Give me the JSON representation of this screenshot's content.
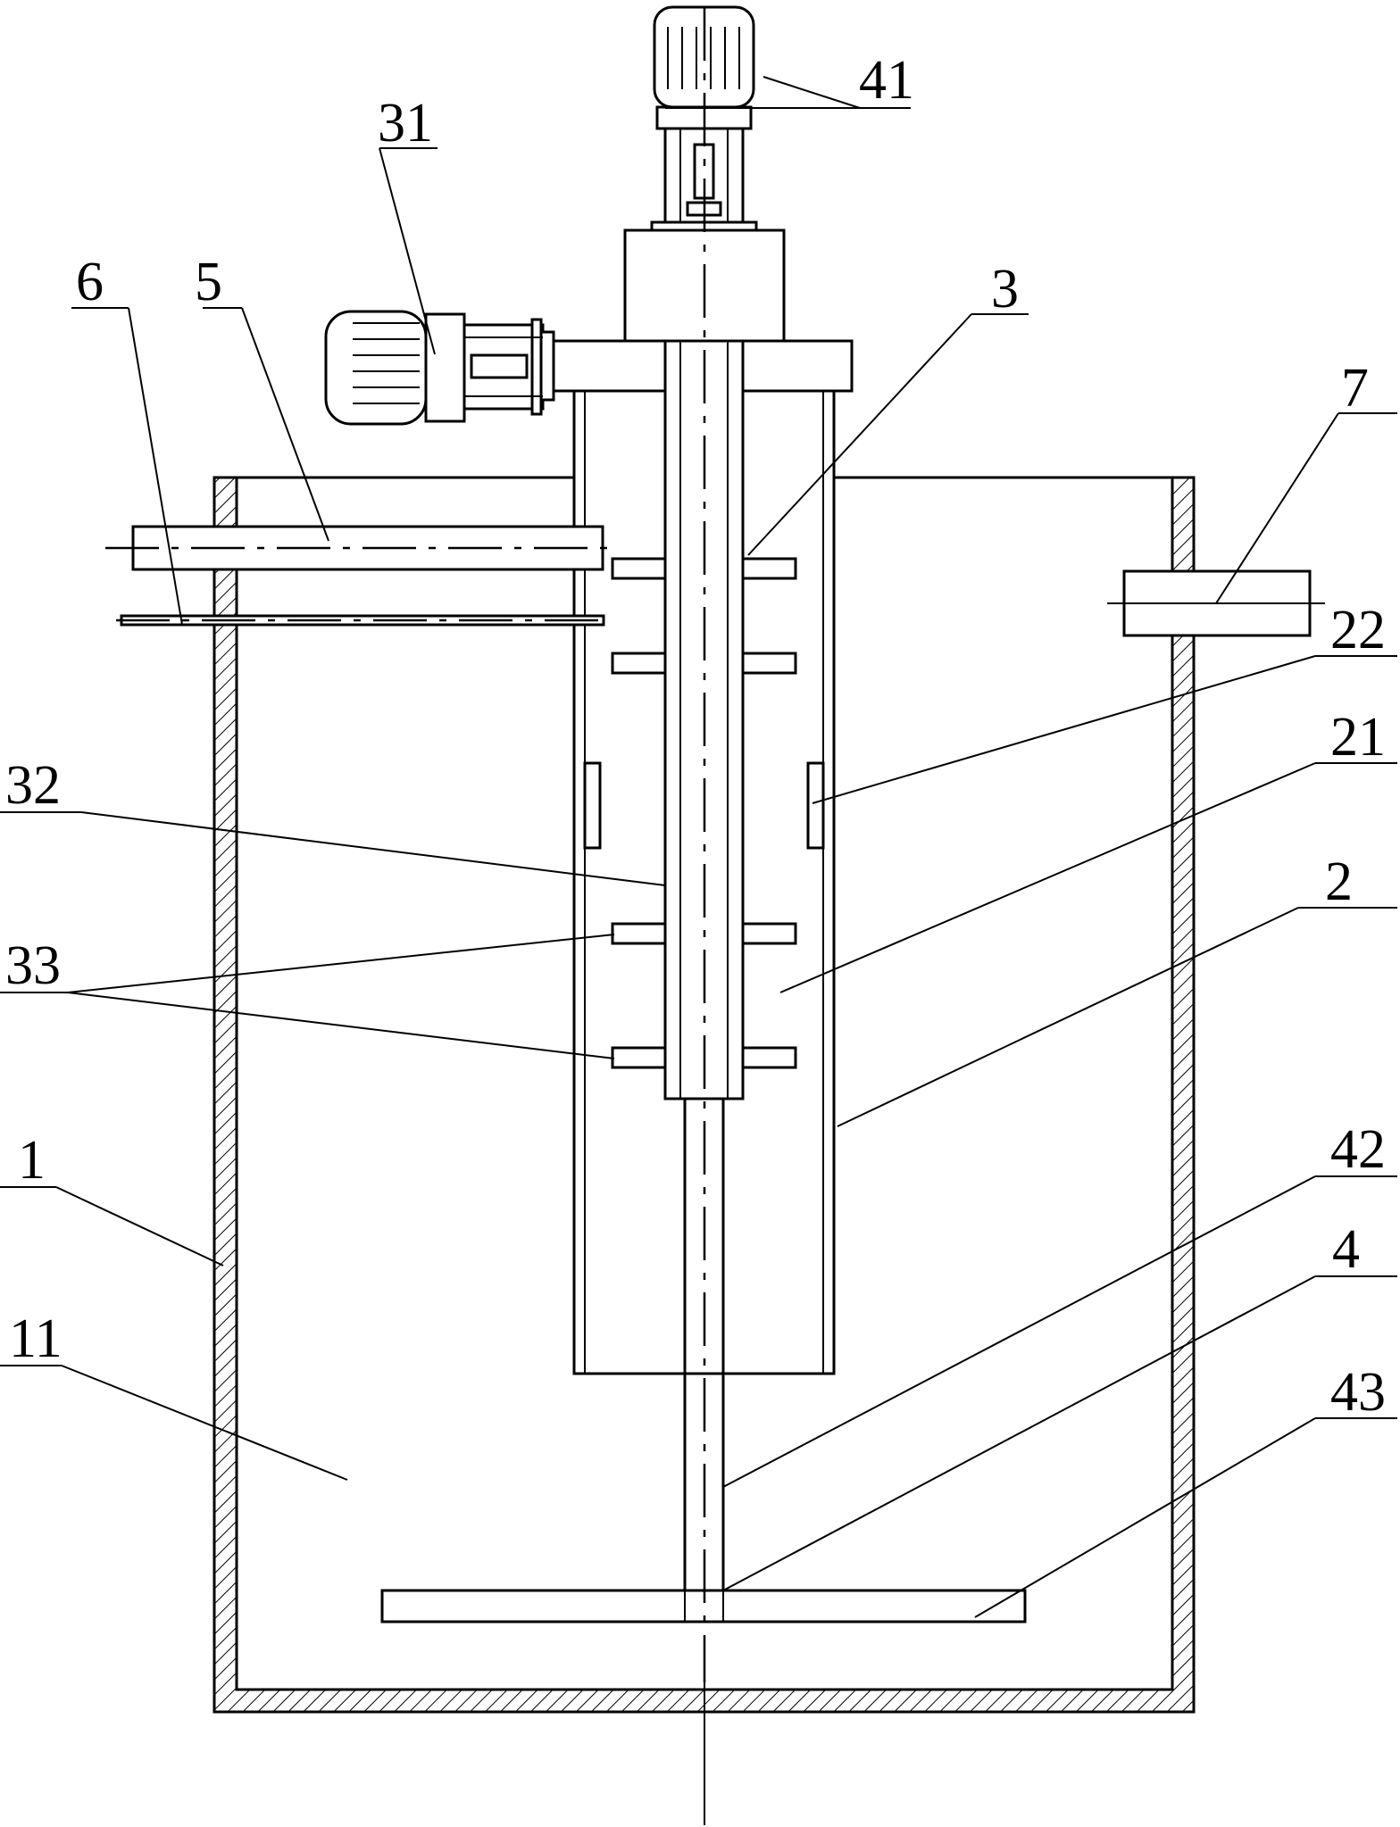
{
  "labels": {
    "l1": "1",
    "l11": "11",
    "l2": "2",
    "l21": "21",
    "l22": "22",
    "l3": "3",
    "l31": "31",
    "l32": "32",
    "l33": "33",
    "l4": "4",
    "l41": "41",
    "l42": "42",
    "l43": "43",
    "l5": "5",
    "l6": "6",
    "l7": "7"
  },
  "colors": {
    "ink": "#000000",
    "background": "#ffffff"
  }
}
